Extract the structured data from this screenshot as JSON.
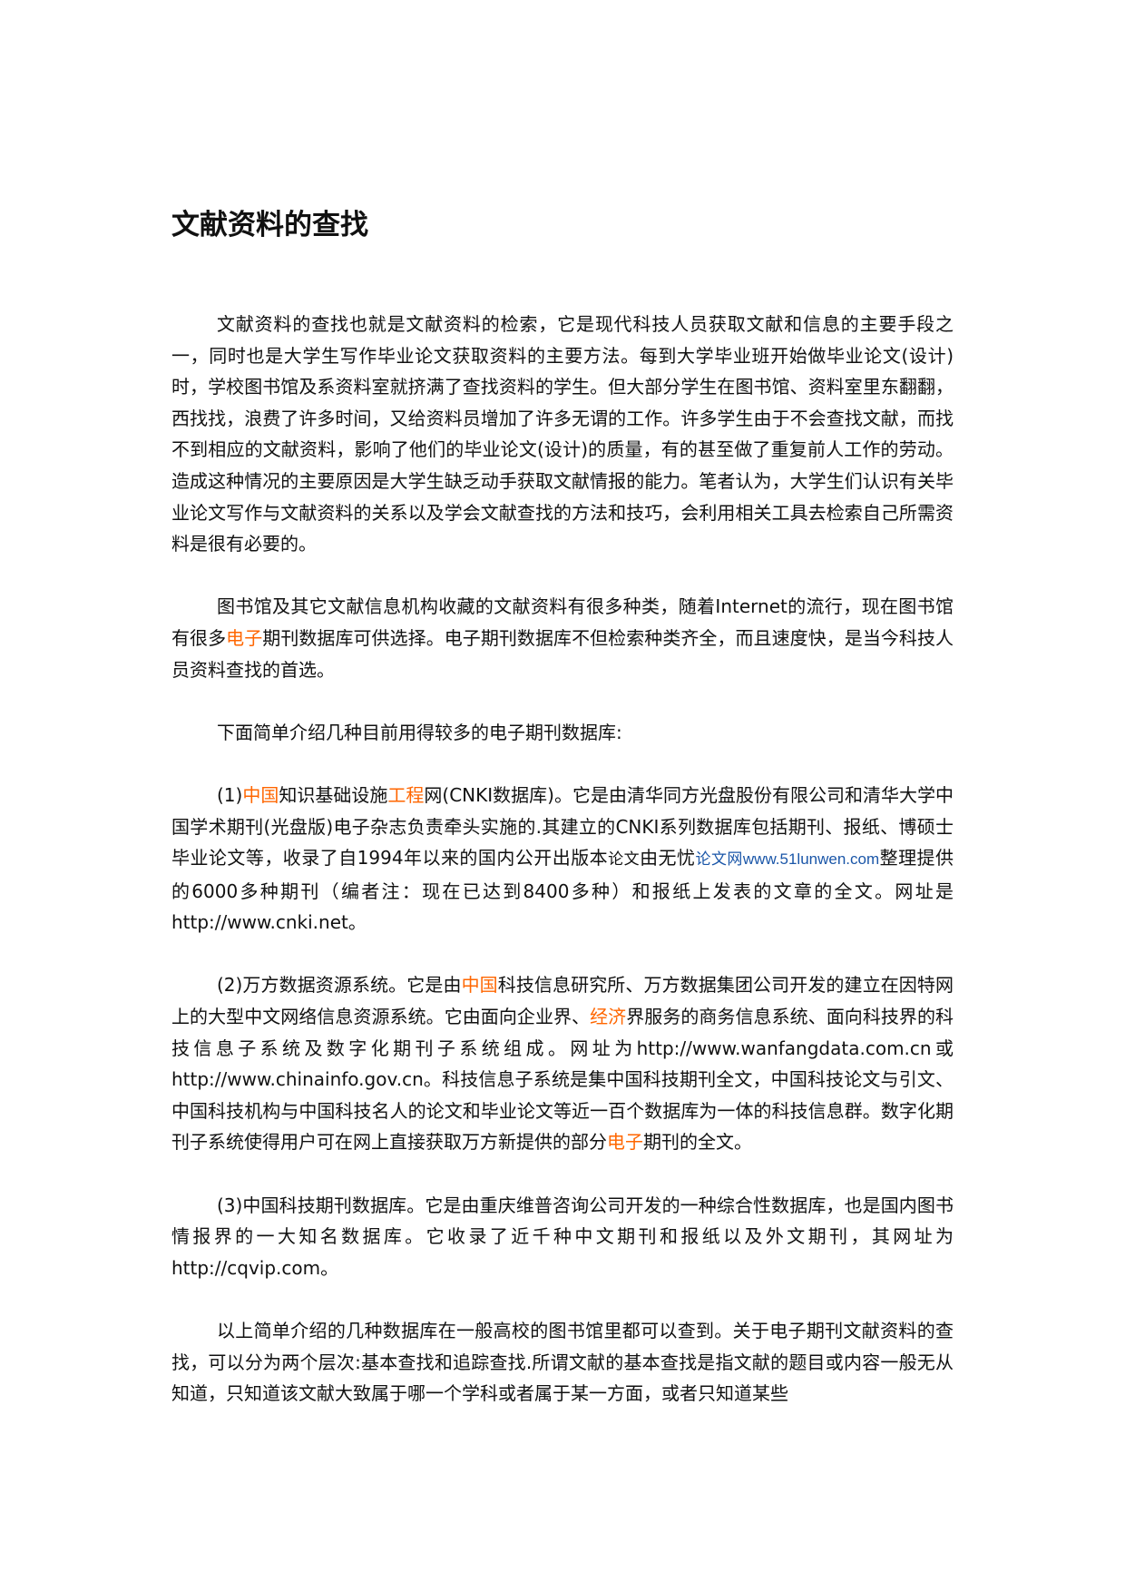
{
  "document": {
    "title": "文献资料的查找",
    "p1": "文献资料的查找也就是文献资料的检索，它是现代科技人员获取文献和信息的主要手段之一，同时也是大学生写作毕业论文获取资料的主要方法。每到大学毕业班开始做毕业论文(设计)时，学校图书馆及系资料室就挤满了查找资料的学生。但大部分学生在图书馆、资料室里东翻翻，西找找，浪费了许多时间，又给资料员增加了许多无谓的工作。许多学生由于不会查找文献，而找不到相应的文献资料，影响了他们的毕业论文(设计)的质量，有的甚至做了重复前人工作的劳动。造成这种情况的主要原因是大学生缺乏动手获取文献情报的能力。笔者认为，大学生们认识有关毕业论文写作与文献资料的关系以及学会文献查找的方法和技巧，会利用相关工具去检索自己所需资料是很有必要的。",
    "p2": {
      "a": "图书馆及其它文献信息机构收藏的文献资料有很多种类，随着Internet的流行，现在图书馆有很多",
      "hl1": "电子",
      "b": "期刊数据库可供选择。电子期刊数据库不但检索种类齐全，而且速度快，是当今科技人员资料查找的首选。"
    },
    "p3": "下面简单介绍几种目前用得较多的电子期刊数据库:",
    "p4": {
      "a": "(1)",
      "hl1": "中国",
      "b": "知识基础设施",
      "hl2": "工程",
      "c": "网(CNKI数据库)。它是由清华同方光盘股份有限公司和清华大学中国学术期刊(光盘版)电子杂志负责牵头实施的.其建立的CNKI系列数据库包括期刊、报纸、博硕士毕业论文等，收录了自1994年以来的国内公开出版本",
      "small1": "论文",
      "d": "由无忧",
      "lk1": "论文网",
      "lk2": "www.51lunwen.com",
      "e": "整理提供的6000多种期刊（编者注：现在已达到8400多种）和报纸上发表的文章的全文。网址是http://www.cnki.net。"
    },
    "p5": {
      "a": "(2)万方数据资源系统。它是由",
      "hl1": "中国",
      "b": "科技信息研究所、万方数据集团公司开发的建立在因特网上的大型中文网络信息资源系统。它由面向企业界、",
      "hl2": "经济",
      "c": "界服务的商务信息系统、面向科技界的科技信息子系统及数字化期刊子系统组成。网址为http://www.wanfangdata.com.cn或http://www.chinainfo.gov.cn。科技信息子系统是集中国科技期刊全文，中国科技论文与引文、中国科技机构与中国科技名人的论文和毕业论文等近一百个数据库为一体的科技信息群。数字化期刊子系统使得用户可在网上直接获取万方新提供的部分",
      "hl3": "电子",
      "d": "期刊的全文。"
    },
    "p6": "(3)中国科技期刊数据库。它是由重庆维普咨询公司开发的一种综合性数据库，也是国内图书情报界的一大知名数据库。它收录了近千种中文期刊和报纸以及外文期刊，其网址为http://cqvip.com。",
    "p7": "以上简单介绍的几种数据库在一般高校的图书馆里都可以查到。关于电子期刊文献资料的查找，可以分为两个层次:基本查找和追踪查找.所谓文献的基本查找是指文献的题目或内容一般无从知道，只知道该文献大致属于哪一个学科或者属于某一方面，或者只知道某些"
  },
  "colors": {
    "highlight": "#ff6600",
    "link": "#1a56a8",
    "text": "#111111"
  }
}
